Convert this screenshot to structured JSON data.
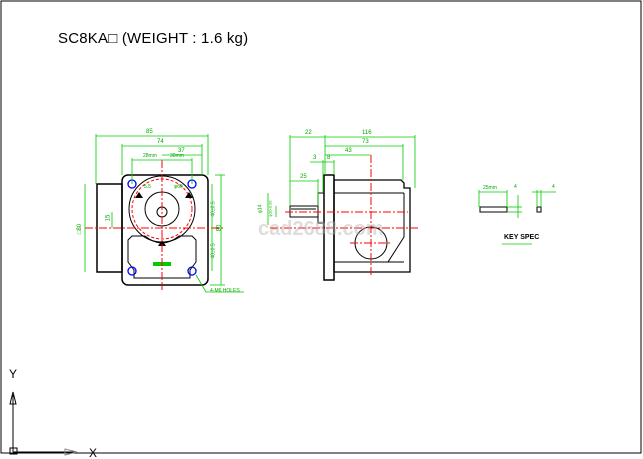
{
  "title": "SC8KA□  (WEIGHT : 1.6 kg)",
  "colors": {
    "outline": "#000000",
    "dimension": "#00ff00",
    "centerline": "#ff0000",
    "hole": "#0000ff"
  },
  "front_view": {
    "dims": {
      "overall_width": "85",
      "flange_width": "74",
      "half_width": "37",
      "left_hole": "28mm",
      "right_hole": "30mm",
      "upper_height": "40±0.5",
      "lower_height": "40±0.5",
      "total_height": "80",
      "motor_square": "□80",
      "shaft_offset": "15",
      "pcd": "φ60",
      "side": "5.5"
    },
    "holes_note": "4-M6 HOLES"
  },
  "side_view": {
    "dims": {
      "shaft_length": "22",
      "body_total": "116",
      "body": "73",
      "center": "43",
      "gap": "3",
      "flange": "8",
      "key_length": "25",
      "shaft_dia": "φ14",
      "shaft_fit": "φ10-0.02"
    }
  },
  "key_spec": {
    "label": "KEY SPEC",
    "length": "25mm",
    "height": "4",
    "width": "4"
  },
  "watermark": "cad2688.com",
  "ucs": {
    "x_label": "X",
    "y_label": "Y"
  }
}
